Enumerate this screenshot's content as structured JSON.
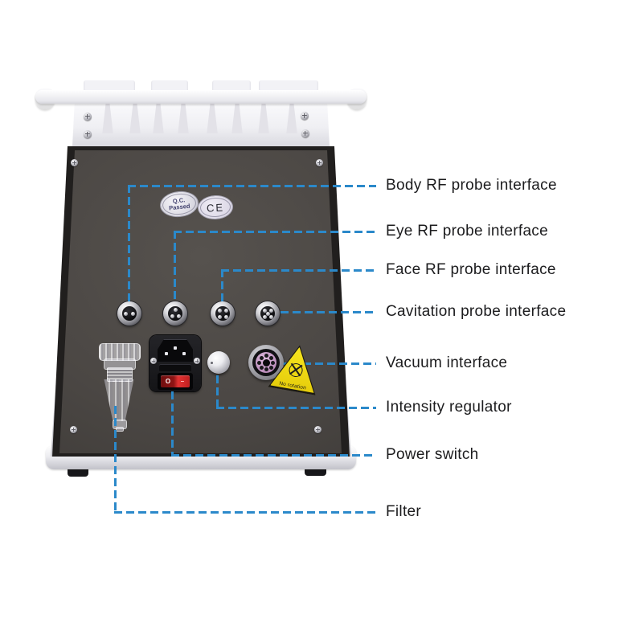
{
  "meta": {
    "description": "Back panel diagram of a beauty machine with labeled interfaces",
    "background": "#ffffff"
  },
  "colors": {
    "accent": "#2b89ca",
    "label_text": "#1c1c1e",
    "panel": "#4b4744",
    "warning_yellow": "#f0d713"
  },
  "callouts": [
    {
      "id": "body-rf",
      "label": "Body RF probe interface"
    },
    {
      "id": "eye-rf",
      "label": "Eye RF probe interface"
    },
    {
      "id": "face-rf",
      "label": "Face RF probe interface"
    },
    {
      "id": "cavitation",
      "label": "Cavitation probe interface"
    },
    {
      "id": "vacuum",
      "label": "Vacuum interface"
    },
    {
      "id": "intensity",
      "label": "Intensity regulator"
    },
    {
      "id": "power",
      "label": "Power switch"
    },
    {
      "id": "filter",
      "label": "Filter"
    }
  ],
  "device": {
    "qc_sticker": {
      "line1": "Q.C.",
      "line2": "Passed"
    },
    "ce_sticker": {
      "text": "CE"
    },
    "warning_sticker": {
      "text": "No rotation"
    },
    "power_switch": {
      "off_label": "O",
      "on_label": "–"
    }
  }
}
